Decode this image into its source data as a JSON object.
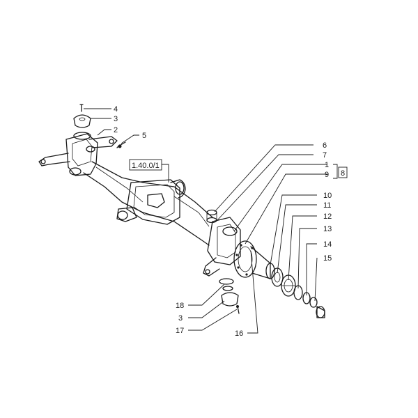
{
  "labels": {
    "n1": "1",
    "n2": "2",
    "n3a": "3",
    "n3b": "3",
    "n4": "4",
    "n5": "5",
    "n6": "6",
    "n7": "7",
    "n8": "8",
    "n9": "9",
    "n10": "10",
    "n11": "11",
    "n12": "12",
    "n13": "13",
    "n14": "14",
    "n15": "15",
    "n16": "16",
    "n17": "17",
    "n18": "18",
    "ref": "1.40.0/1"
  }
}
